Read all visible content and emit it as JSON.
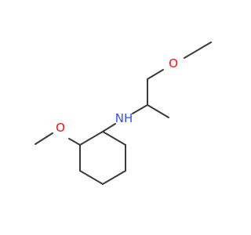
{
  "molecule": {
    "atoms": [
      {
        "id": "O_ether_top",
        "label": "O",
        "color": "#ff0d0d"
      },
      {
        "id": "N_amine",
        "label": "NH",
        "color": "#3050f8"
      },
      {
        "id": "O_methoxy_ring",
        "label": "O",
        "color": "#ff0d0d"
      }
    ],
    "bond_color": "#3a3a3a"
  }
}
